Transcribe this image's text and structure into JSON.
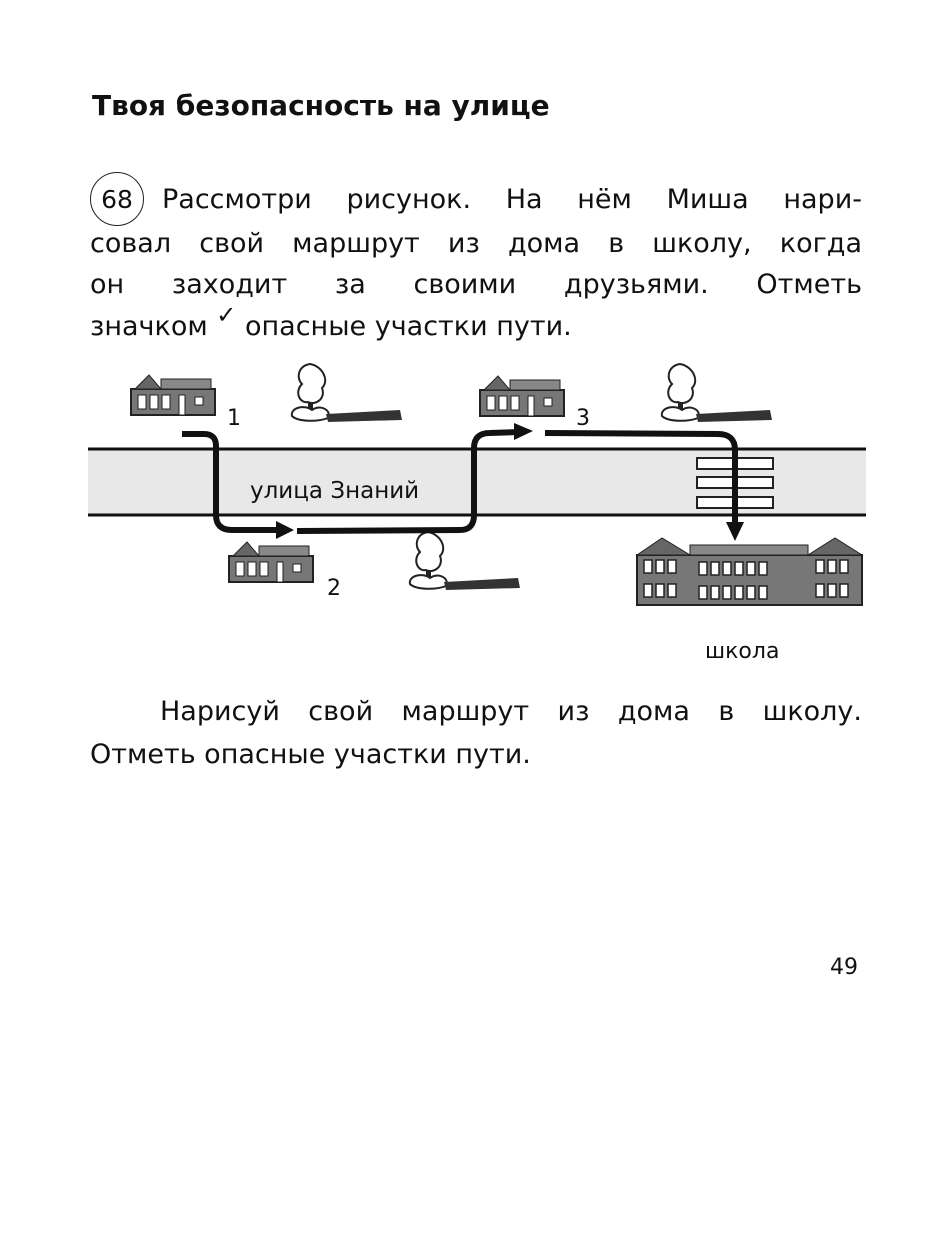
{
  "title": "Твоя безопасность на улице",
  "task": {
    "number": "68",
    "lines": [
      "Рассмотри рисунок. На нём Миша нари-",
      "совал свой маршрут из дома в школу, когда",
      "он заходит за своими друзьями. Отметь"
    ],
    "line4_before": "значком",
    "check_mark": "✓",
    "line4_after": "опасные участки пути."
  },
  "figure": {
    "street_label": "улица Знаний",
    "house_numbers": [
      "1",
      "2",
      "3"
    ],
    "school_label": "школа"
  },
  "task2": {
    "lines": [
      "Нарисуй свой маршрут из дома в школу.",
      "Отметь опасные участки пути."
    ]
  },
  "page_number": "49"
}
